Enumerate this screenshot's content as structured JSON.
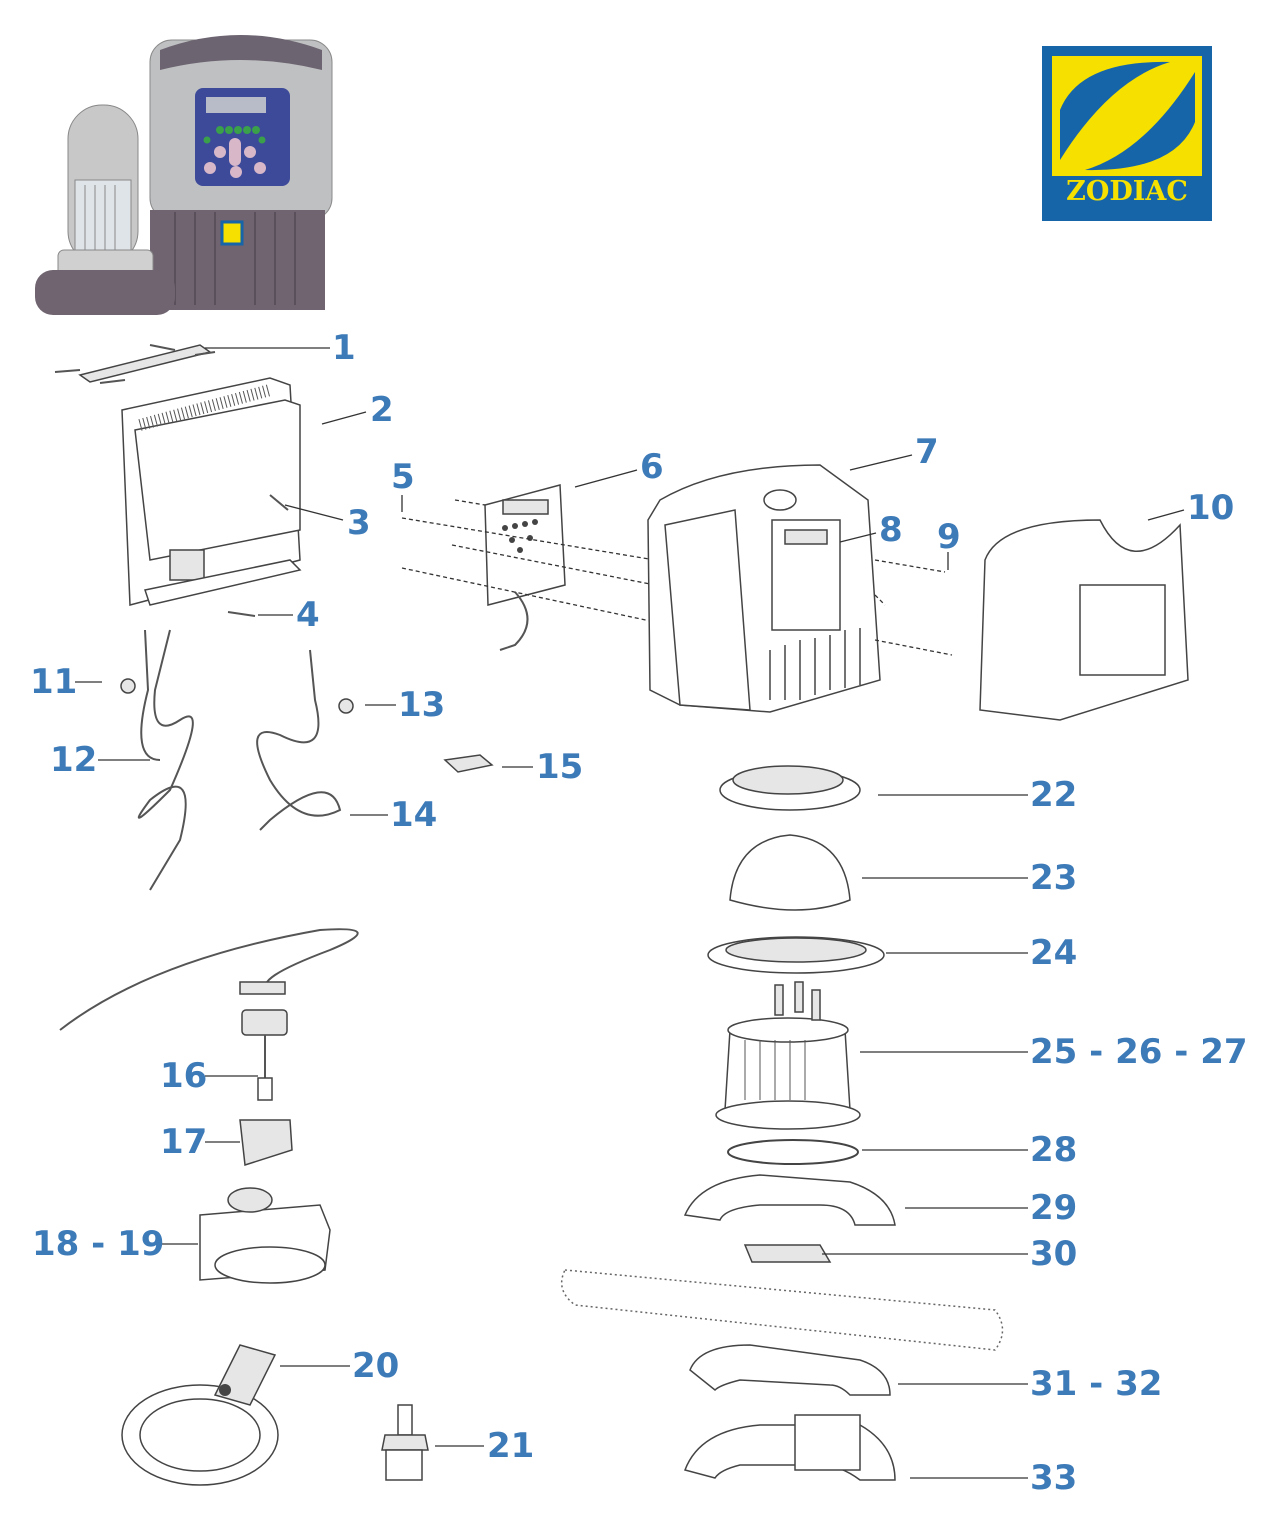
{
  "logo": {
    "brand": "ZODIAC",
    "colors": {
      "blue": "#1565a8",
      "yellow": "#f5e000"
    }
  },
  "label_color": "#3d7ab8",
  "parts": [
    {
      "id": "p1",
      "label": "1"
    },
    {
      "id": "p2",
      "label": "2"
    },
    {
      "id": "p3",
      "label": "3"
    },
    {
      "id": "p4",
      "label": "4"
    },
    {
      "id": "p5",
      "label": "5"
    },
    {
      "id": "p6",
      "label": "6"
    },
    {
      "id": "p7",
      "label": "7"
    },
    {
      "id": "p8",
      "label": "8"
    },
    {
      "id": "p9",
      "label": "9"
    },
    {
      "id": "p10",
      "label": "10"
    },
    {
      "id": "p11",
      "label": "11"
    },
    {
      "id": "p12",
      "label": "12"
    },
    {
      "id": "p13",
      "label": "13"
    },
    {
      "id": "p14",
      "label": "14"
    },
    {
      "id": "p15",
      "label": "15"
    },
    {
      "id": "p16",
      "label": "16"
    },
    {
      "id": "p17",
      "label": "17"
    },
    {
      "id": "p18",
      "label": "18 - 19"
    },
    {
      "id": "p20",
      "label": "20"
    },
    {
      "id": "p21",
      "label": "21"
    },
    {
      "id": "p22",
      "label": "22"
    },
    {
      "id": "p23",
      "label": "23"
    },
    {
      "id": "p24",
      "label": "24"
    },
    {
      "id": "p25",
      "label": "25 - 26 - 27"
    },
    {
      "id": "p28",
      "label": "28"
    },
    {
      "id": "p29",
      "label": "29"
    },
    {
      "id": "p30",
      "label": "30"
    },
    {
      "id": "p31",
      "label": "31 - 32"
    },
    {
      "id": "p33",
      "label": "33"
    }
  ]
}
